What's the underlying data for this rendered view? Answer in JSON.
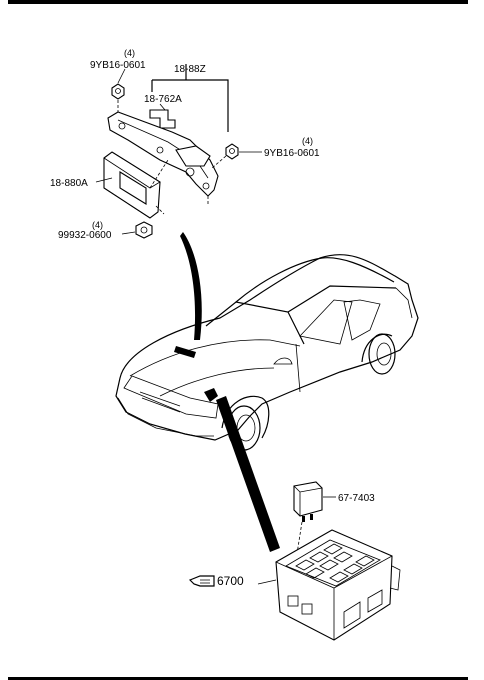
{
  "labels": {
    "nut_top_qty": "(4)",
    "nut_top_code": "9YB16-0601",
    "bracket_assy": "18-88Z",
    "bracket_part": "18-762A",
    "nut_right_qty": "(4)",
    "nut_right_code": "9YB16-0601",
    "control_unit": "18-880A",
    "nut_bottom_qty": "(4)",
    "nut_bottom_code": "99932-0600",
    "relay": "67-7403",
    "ref_group": "6700"
  },
  "colors": {
    "ink": "#000000",
    "paper": "#ffffff"
  },
  "icons": {
    "ref_pointer": "hand-pointer-icon"
  }
}
